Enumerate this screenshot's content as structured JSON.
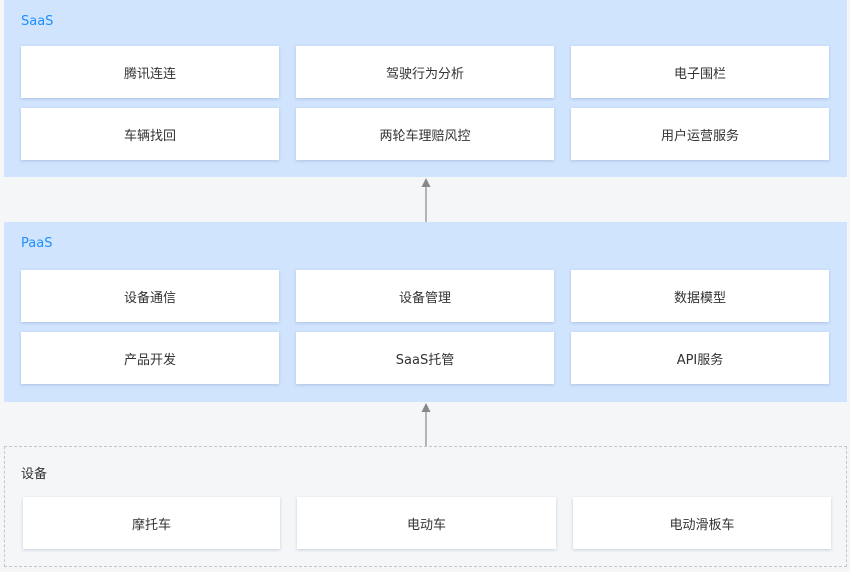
{
  "saas": {
    "title": "SaaS",
    "items": [
      "腾讯连连",
      "驾驶行为分析",
      "电子围栏",
      "车辆找回",
      "两轮车理赔风控",
      "用户运营服务"
    ]
  },
  "paas": {
    "title": "PaaS",
    "items": [
      "设备通信",
      "设备管理",
      "数据模型",
      "产品开发",
      "SaaS托管",
      "API服务"
    ]
  },
  "device": {
    "title": "设备",
    "items": [
      "摩托车",
      "电动车",
      "电动滑板车"
    ]
  },
  "colors": {
    "layer_background": "#d1e4fe",
    "layer_title": "#1f8fff",
    "box_background": "#ffffff",
    "arrow": "#888888",
    "dashed_border": "#c3c6cc"
  }
}
